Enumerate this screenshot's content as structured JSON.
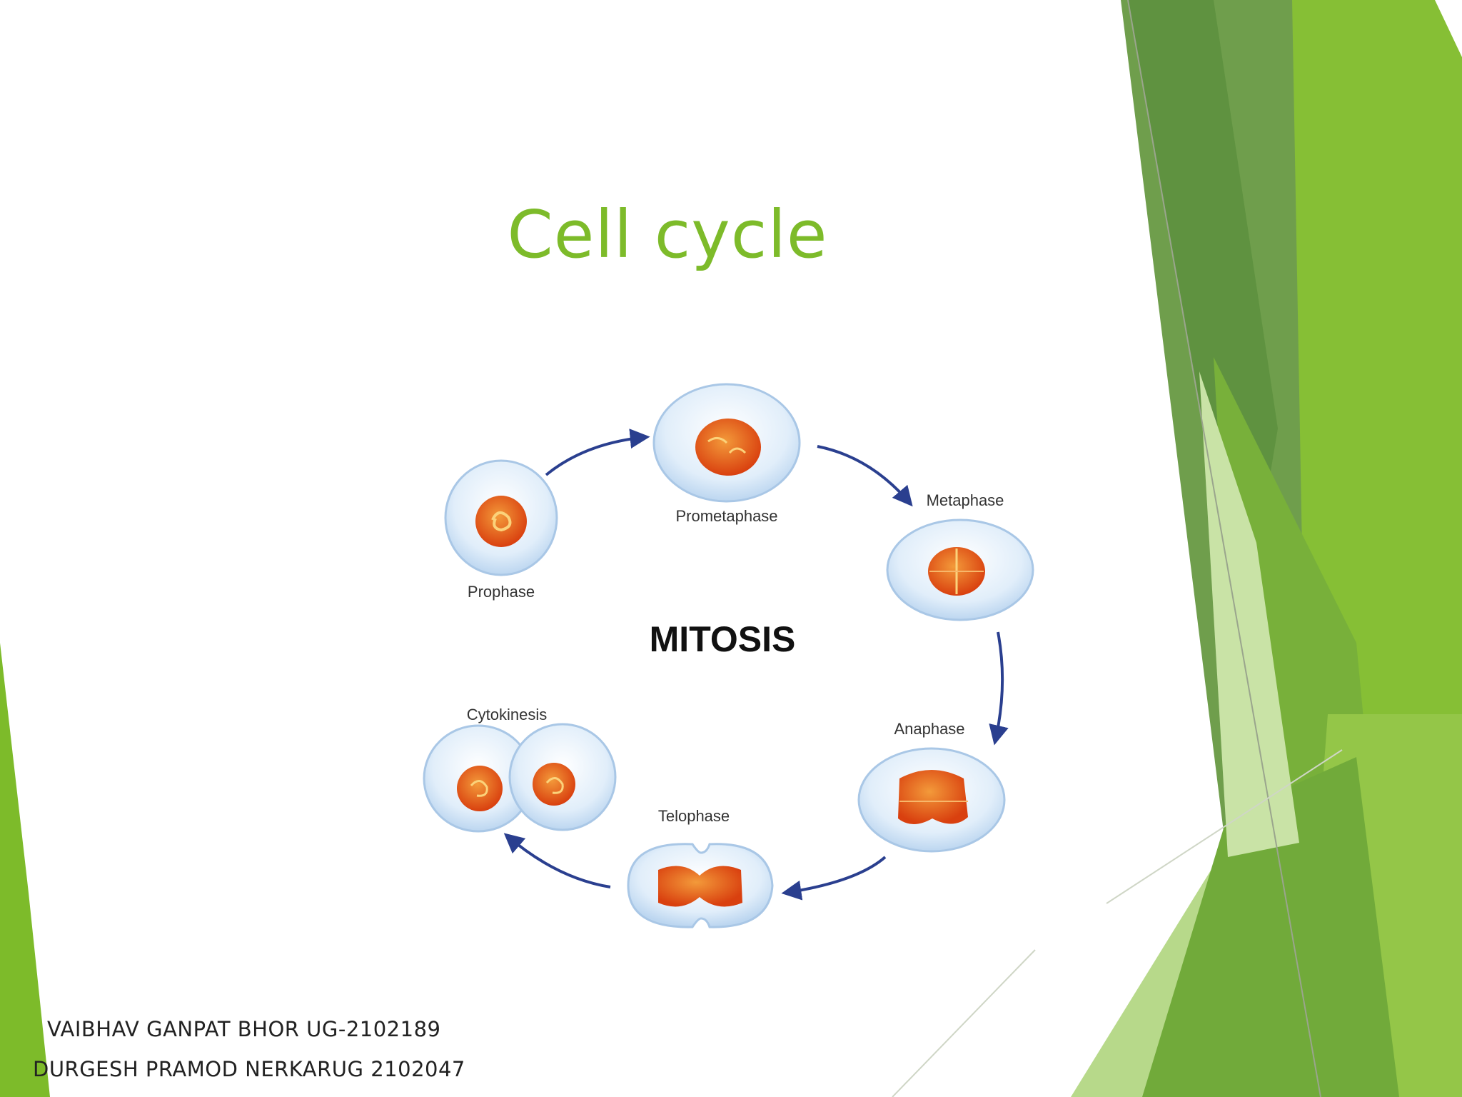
{
  "slide": {
    "title": "Cell cycle",
    "colors": {
      "accent": "#7dbb2a",
      "dark_green": "#5a9a3c",
      "light_green": "#b7d98a",
      "nucleus": "#e8561a",
      "cell_fill": "#e3f0fb",
      "arrow": "#2a3f8f"
    }
  },
  "diagram": {
    "center_label": "MITOSIS",
    "phases": [
      {
        "name": "Prophase",
        "label": "Prophase"
      },
      {
        "name": "Prometaphase",
        "label": "Prometaphase"
      },
      {
        "name": "Metaphase",
        "label": "Metaphase"
      },
      {
        "name": "Anaphase",
        "label": "Anaphase"
      },
      {
        "name": "Telophase",
        "label": "Telophase"
      },
      {
        "name": "Cytokinesis",
        "label": "Cytokinesis"
      }
    ]
  },
  "authors": [
    "VAIBHAV GANPAT BHOR UG-2102189",
    "DURGESH PRAMOD NERKARUG 2102047"
  ]
}
